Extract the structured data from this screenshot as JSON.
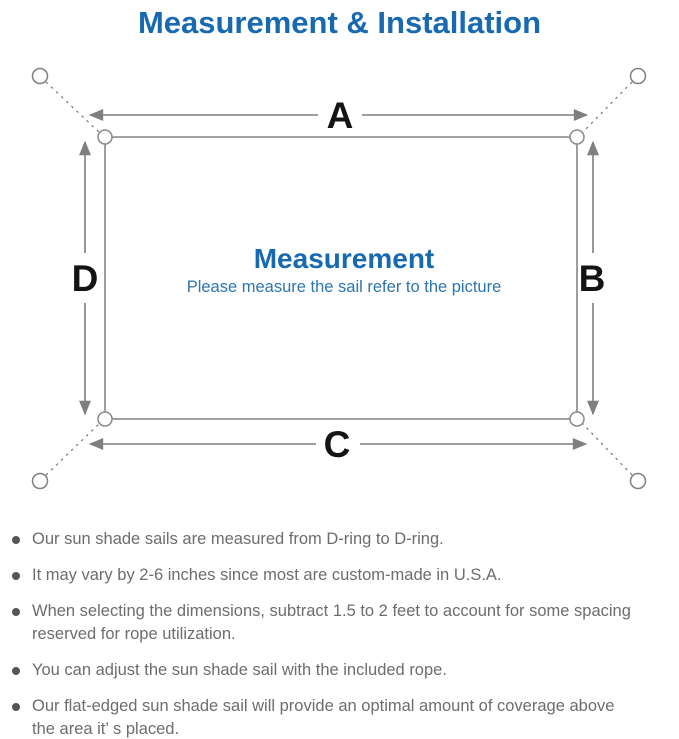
{
  "title": "Measurement & Installation",
  "diagram": {
    "dim_labels": {
      "a": "A",
      "b": "B",
      "c": "C",
      "d": "D"
    },
    "center_title": "Measurement",
    "center_subtitle": "Please measure the sail refer to the picture"
  },
  "colors": {
    "accent_blue": "#1769b1",
    "subtitle_blue": "#2d76ae",
    "diagram_gray": "#7f7f7f",
    "label_black": "#141414",
    "note_text_gray": "#6d6d6d",
    "bullet_dot_gray": "#555555"
  },
  "bullets": [
    "Our sun shade sails are measured from D-ring to D-ring.",
    "It may vary by 2-6 inches since most are custom-made in U.S.A.",
    "When selecting the dimensions, subtract 1.5 to 2 feet to account for some spacing\nreserved for rope utilization.",
    "You can adjust the sun shade sail with the included rope.",
    "Our flat-edged sun shade sail will provide an optimal amount of coverage above\nthe area it’ s placed."
  ]
}
